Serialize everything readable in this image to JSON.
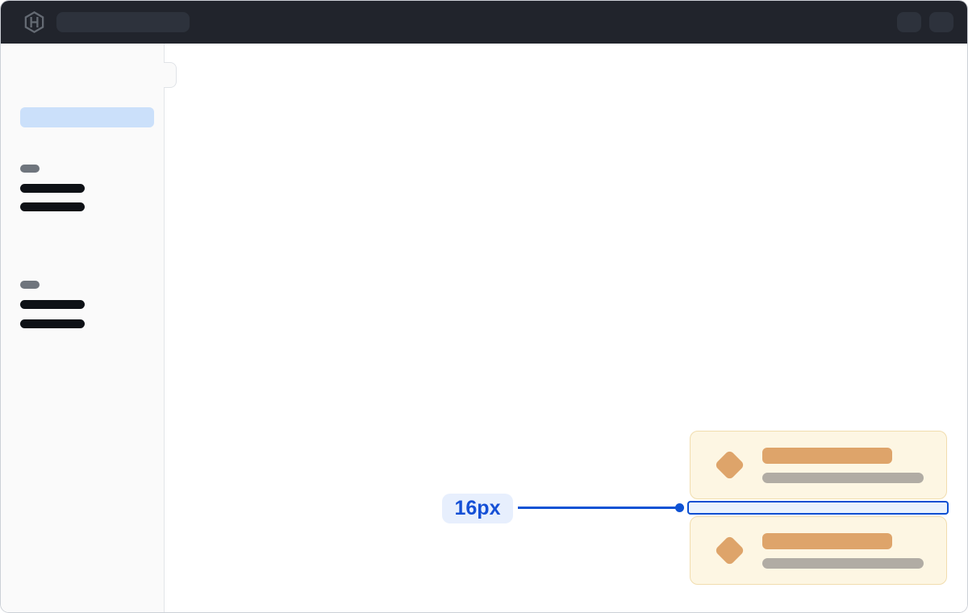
{
  "header": {
    "logo_icon": "hashicorp-logo",
    "search_skeleton": "",
    "action_skeleton_count": 2
  },
  "sidebar": {
    "active_item_skeleton": "",
    "groups": [
      {
        "label_skeleton": "",
        "link_skeletons": [
          "",
          ""
        ]
      },
      {
        "label_skeleton": "",
        "link_skeletons": [
          "",
          ""
        ]
      }
    ]
  },
  "cards": [
    {
      "icon": "diamond-icon",
      "title_skeleton": "",
      "subtitle_skeleton": ""
    },
    {
      "icon": "diamond-icon",
      "title_skeleton": "",
      "subtitle_skeleton": ""
    }
  ],
  "annotation": {
    "label": "16px",
    "target": "gap-between-cards"
  },
  "colors": {
    "header_bg": "#21242c",
    "header_skeleton": "#2d323c",
    "sidebar_bg": "#fafafa",
    "sidebar_border": "#e3e5e9",
    "active_nav_skeleton": "#cbe0fa",
    "skeleton_dark": "#0e1116",
    "skeleton_gray": "#6f757d",
    "card_bg": "#fdf6e3",
    "card_border": "#f1ddae",
    "card_accent_tan": "#dea46a",
    "card_muted_gray": "#b1aca4",
    "annotation_blue": "#0e52d4",
    "annotation_label_bg": "#e7effd",
    "gap_fill": "#eaf2fd"
  }
}
